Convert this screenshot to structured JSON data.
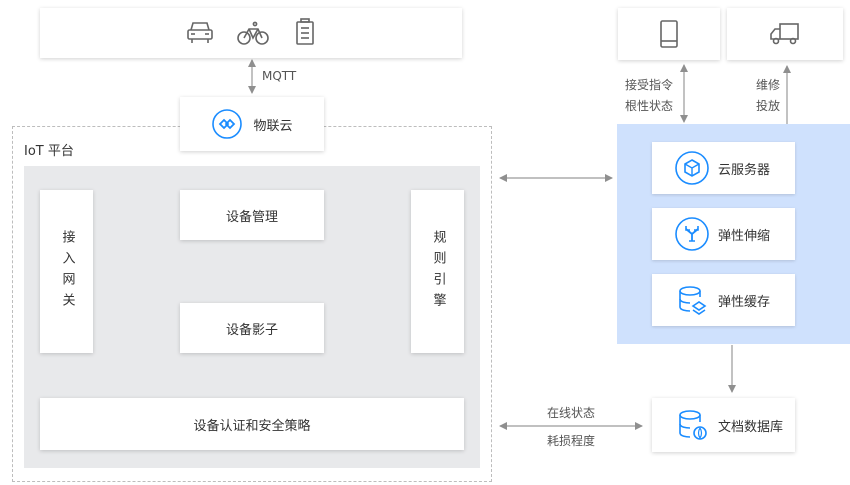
{
  "colors": {
    "accent": "#1a8cff",
    "platform_bg": "#e8e9eb",
    "cloud_bg": "#cfe1fd",
    "line": "#9a9a9a",
    "icon_gray": "#666666"
  },
  "devices_icons": [
    "car-icon",
    "bicycle-icon",
    "battery-icon"
  ],
  "mqtt_label": "MQTT",
  "wulianyun": {
    "icon": "wulianyun-logo-icon",
    "label": "物联云"
  },
  "iot_platform": {
    "title": "IoT 平台",
    "gateway": "接入网关",
    "rules_engine": "规则引擎",
    "device_mgmt": "设备管理",
    "device_shadow": "设备影子",
    "auth_policy": "设备认证和安全策略"
  },
  "top_right": {
    "phone_icon": "tablet-icon",
    "truck_icon": "truck-icon",
    "cmd_label_1": "接受指令",
    "cmd_label_2": "根性状态",
    "repair_label_1": "维修",
    "repair_label_2": "投放"
  },
  "cloud_services": [
    {
      "icon": "cloud-server-icon",
      "label": "云服务器"
    },
    {
      "icon": "elastic-scaling-icon",
      "label": "弹性伸缩"
    },
    {
      "icon": "elastic-cache-icon",
      "label": "弹性缓存"
    }
  ],
  "doc_db": {
    "icon": "document-database-icon",
    "label": "文档数据库"
  },
  "status_label_1": "在线状态",
  "status_label_2": "耗损程度"
}
